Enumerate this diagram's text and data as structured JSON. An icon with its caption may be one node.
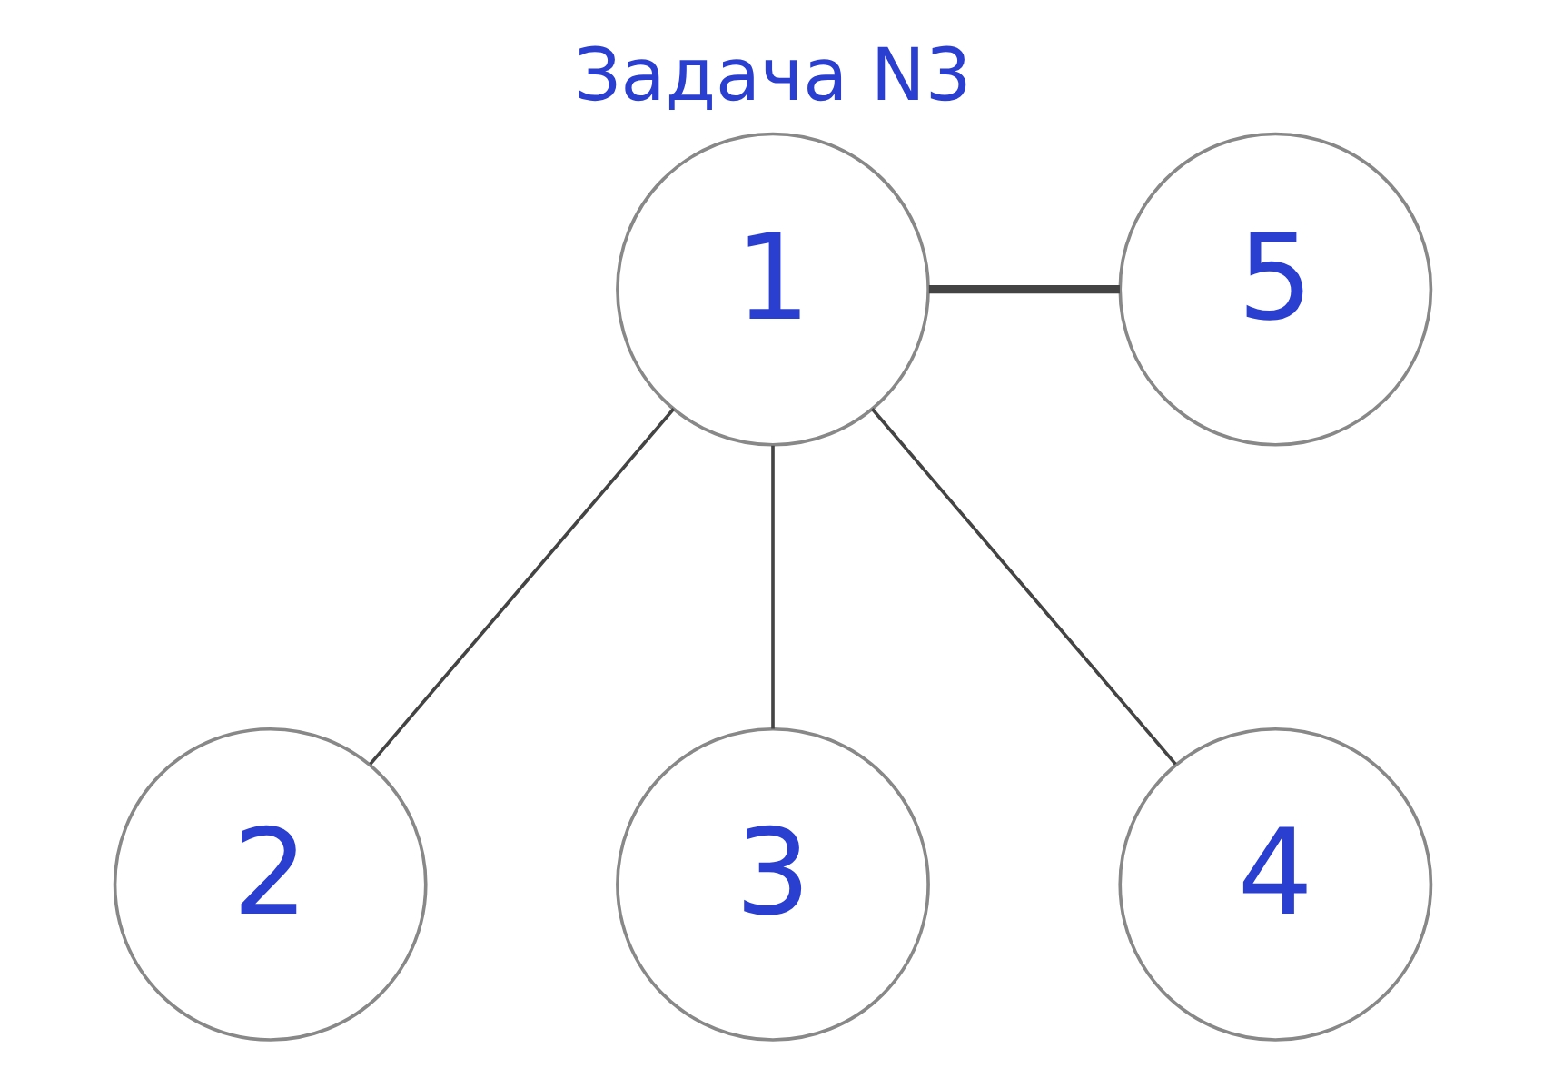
{
  "diagram": {
    "title": "Задача N3",
    "nodes": [
      {
        "text": [
          "1"
        ]
      },
      {
        "text": [
          "2"
        ]
      },
      {
        "text": [
          "3"
        ]
      },
      {
        "text": [
          "4"
        ]
      },
      {
        "text": [
          "5"
        ]
      }
    ],
    "edges": [
      {
        "from": 0,
        "to": 4,
        "arrow": "none",
        "style": "thick"
      },
      {
        "from": 0,
        "to": 1,
        "arrow": "none"
      },
      {
        "from": 0,
        "to": 2,
        "arrow": "none"
      },
      {
        "from": 0,
        "to": 3,
        "arrow": "none"
      }
    ]
  }
}
